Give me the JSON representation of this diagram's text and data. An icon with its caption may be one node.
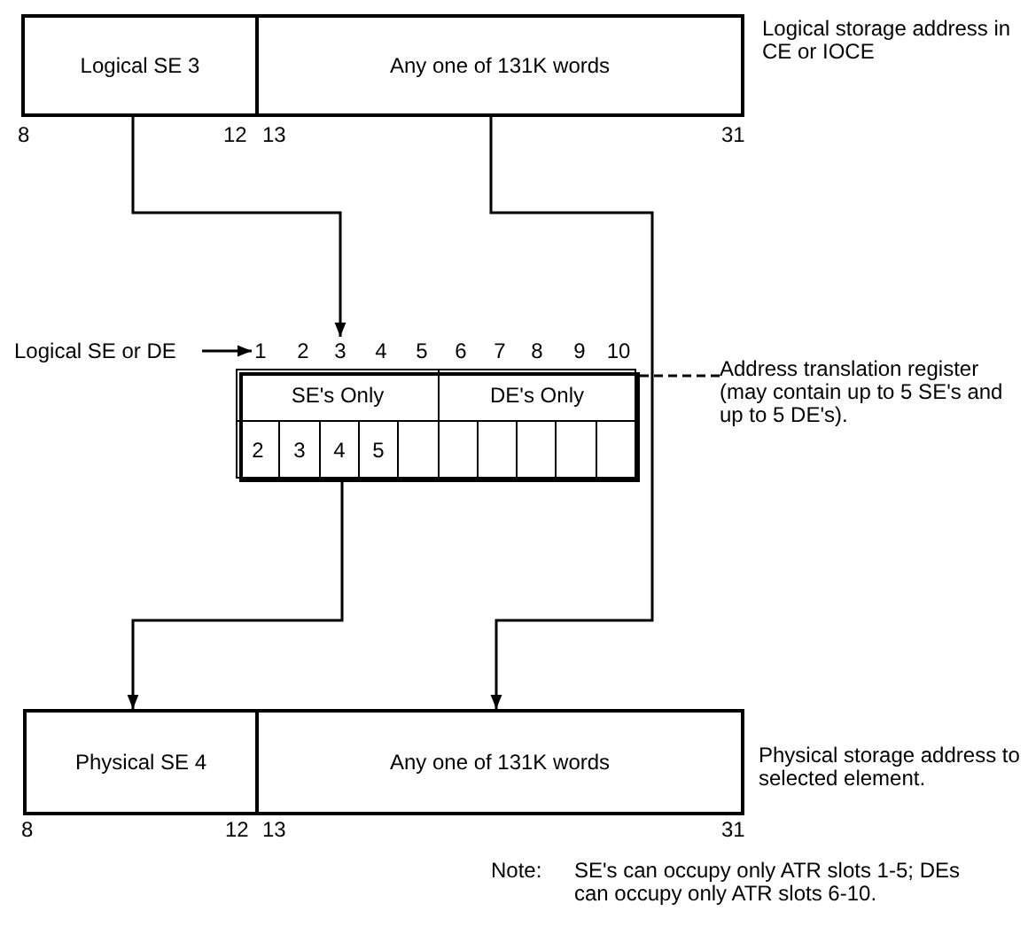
{
  "diagram": {
    "nodes": [
      {
        "text": [
          "Logical SE 3"
        ]
      },
      {
        "text": [
          "Any one of 131K words"
        ]
      },
      {
        "text": [
          "Logical SE or DE"
        ]
      },
      {
        "text": [
          "1"
        ]
      },
      {
        "text": [
          "2"
        ]
      },
      {
        "text": [
          "3"
        ]
      },
      {
        "text": [
          "4"
        ]
      },
      {
        "text": [
          "5"
        ]
      },
      {
        "text": [
          "6"
        ]
      },
      {
        "text": [
          "7"
        ]
      },
      {
        "text": [
          "8"
        ]
      },
      {
        "text": [
          "9"
        ]
      },
      {
        "text": [
          "10"
        ]
      },
      {
        "text": [
          "Address translation register (may contain up to 5 SE's and up to 5 DE's)."
        ]
      },
      {
        "text": [],
        "shape": "box"
      },
      {
        "text": [
          "SE's Only"
        ],
        "in": 14
      },
      {
        "text": [
          "DE's Only"
        ],
        "in": 14
      },
      {
        "text": [
          "2"
        ],
        "in": 14
      },
      {
        "text": [
          "3"
        ],
        "in": 14
      },
      {
        "text": [
          "4"
        ],
        "in": 14
      },
      {
        "text": [
          "5"
        ],
        "in": 14
      },
      {
        "text": [],
        "shape": "box",
        "in": 14
      },
      {
        "text": [],
        "shape": "box",
        "in": 14
      },
      {
        "text": [],
        "shape": "box",
        "in": 14
      },
      {
        "text": [],
        "shape": "box",
        "in": 14
      },
      {
        "text": [],
        "shape": "box",
        "in": 14
      },
      {
        "text": [],
        "shape": "box",
        "in": 14
      },
      {
        "text": [
          "Physical SE 4"
        ]
      },
      {
        "text": [
          "Any one of 131K words"
        ]
      }
    ],
    "edges": [
      {
        "from": 0,
        "to": 5,
        "arrow": "to"
      },
      {
        "from": 1,
        "to": 28,
        "arrow": "to"
      },
      {
        "from": 2,
        "to": 3,
        "arrow": "to"
      },
      {
        "from": 13,
        "to": 14,
        "arrow": "none",
        "style": "dashed"
      },
      {
        "from": 19,
        "to": 27,
        "arrow": "to"
      }
    ],
    "labels": [
      "Logical storage address in CE or IOCE",
      "8",
      "12",
      "13",
      "31",
      "Physical storage address to selected element.",
      "8",
      "12",
      "13",
      "31",
      "Note:",
      "SE's can occupy only ATR slots 1-5; DEs can occupy only ATR slots 6-10."
    ]
  }
}
